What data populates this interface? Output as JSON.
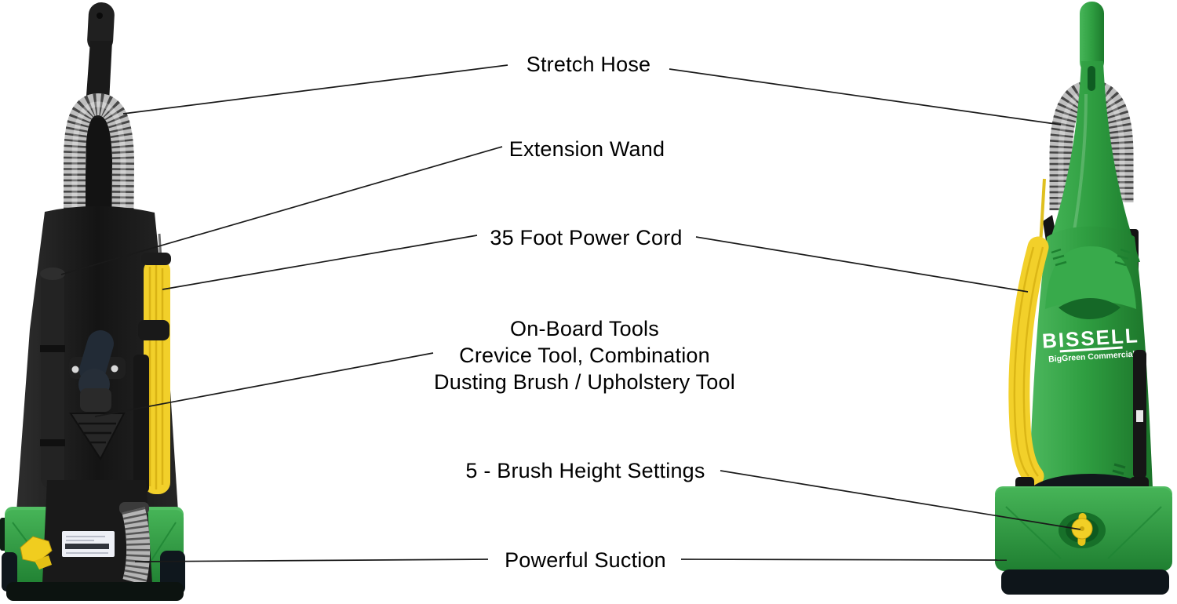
{
  "product": {
    "brand": "BISSELL",
    "logo_text": "BISSELL",
    "logo_subtext": "BigGreen Commercial"
  },
  "colors": {
    "bissell_green": "#2f9e41",
    "cord_yellow": "#f2d02a",
    "hose_gray": "#bfbfbf",
    "body_black": "#1a1a1a",
    "callout_line": "#1a1a1a",
    "background": "#ffffff"
  },
  "callouts": [
    {
      "id": "stretch-hose",
      "lines": [
        "Stretch Hose"
      ]
    },
    {
      "id": "extension-wand",
      "lines": [
        "Extension Wand"
      ]
    },
    {
      "id": "power-cord",
      "lines": [
        "35 Foot Power Cord"
      ]
    },
    {
      "id": "onboard-tools",
      "lines": [
        "On-Board Tools",
        "Crevice Tool, Combination",
        "Dusting Brush / Upholstery Tool"
      ]
    },
    {
      "id": "brush-height",
      "lines": [
        "5 - Brush Height Settings"
      ]
    },
    {
      "id": "powerful-suction",
      "lines": [
        "Powerful Suction"
      ]
    }
  ]
}
